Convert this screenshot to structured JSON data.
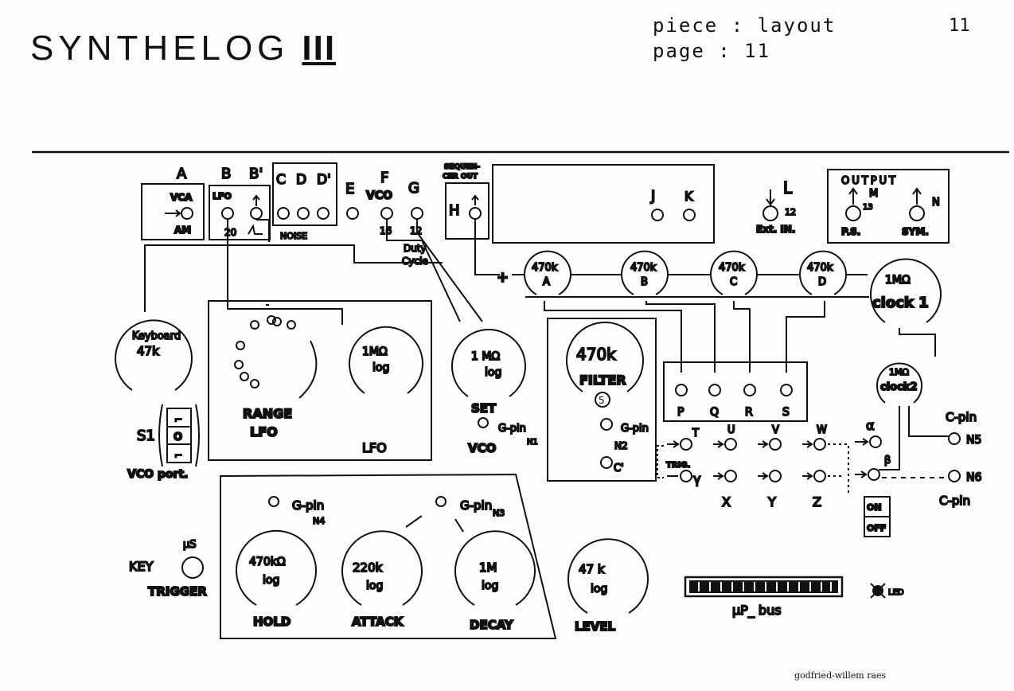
{
  "header": {
    "title": "SYNTHELOG",
    "title_roman": "III",
    "piece": "piece : layout",
    "page": "page : 11",
    "page_number": "11"
  },
  "jacks_top": {
    "A": "A",
    "B": "B",
    "B2": "B'",
    "C": "C",
    "D": "D",
    "D2": "D'",
    "E": "E",
    "F": "F",
    "G": "G",
    "H": "H",
    "J": "J",
    "K": "K",
    "L": "L",
    "M": "M",
    "N": "N",
    "vca": "VCA",
    "am": "AM",
    "lfo_small": "LFO",
    "n20": "20",
    "n16": "16",
    "n12_tiny": "12",
    "noise": "NOISE",
    "vco": "VCO",
    "sequencer": "SEQUEN-",
    "cer_out": "CER OUT",
    "ext_in": "Ext. IN.",
    "n12": "12",
    "output": "OUTPUT",
    "n13": "13",
    "ps": "P.S.",
    "sym": "SYM.",
    "duty": "Duty",
    "cycle": "Cycle",
    "plus": "+"
  },
  "sequencer_pots": [
    {
      "value": "470k",
      "label": "A"
    },
    {
      "value": "470k",
      "label": "B"
    },
    {
      "value": "470k",
      "label": "C"
    },
    {
      "value": "470k",
      "label": "D"
    }
  ],
  "clock1": {
    "value": "1MΩ",
    "label": "clock 1"
  },
  "clock2": {
    "value": "1MΩ",
    "label": "clock2"
  },
  "keyboard_pot": {
    "line1": "Keyboard",
    "line2": "47k"
  },
  "s1": {
    "label": "S1",
    "pos1": "⌐",
    "pos2": "O",
    "pos3": "⌐"
  },
  "vco_port": "VCO port.",
  "lfo_box": {
    "range": "RANGE",
    "lfo": "LFO",
    "box_label": "LFO",
    "pot_value": "1MΩ",
    "pot_taper": "log"
  },
  "vco_pot": {
    "value": "1 MΩ",
    "taper": "log",
    "set": "SET",
    "vco": "VCO",
    "gpin": "G-pin",
    "n1": "N1"
  },
  "filter": {
    "value": "470k",
    "label": "FILTER",
    "num": "5",
    "gpin": "G-pin",
    "n2": "N2",
    "cprime": "C'"
  },
  "pqrs": [
    "P",
    "Q",
    "R",
    "S"
  ],
  "tuvw": [
    "T",
    "U",
    "V",
    "W"
  ],
  "xyz": [
    "X",
    "Y",
    "Z"
  ],
  "greek": {
    "alpha": "α",
    "beta": "β",
    "gamma": "γ",
    "trig": "TRIG."
  },
  "cpin_right": {
    "top": "C-pin",
    "n5": "N5",
    "n6": "N6",
    "bottom": "C-pin"
  },
  "onoff": {
    "on": "ON",
    "off": "OFF"
  },
  "envelope": {
    "gpin4": "G-pin",
    "n4": "N4",
    "gpin3": "G-pin",
    "n3": "N3",
    "pots": [
      {
        "value": "470kΩ",
        "taper": "log",
        "label": "HOLD"
      },
      {
        "value": "220k",
        "taper": "log",
        "label": "ATTACK"
      },
      {
        "value": "1M",
        "taper": "log",
        "label": "DECAY"
      }
    ]
  },
  "level_pot": {
    "value": "47 k",
    "taper": "log",
    "label": "LEVEL"
  },
  "key_trigger": {
    "key": "KEY",
    "trigger": "TRIGGER",
    "mu": "μS"
  },
  "bus": {
    "label": "μP_ bus",
    "led": "LED"
  },
  "footer": {
    "credit": "godfried-willem raes"
  }
}
